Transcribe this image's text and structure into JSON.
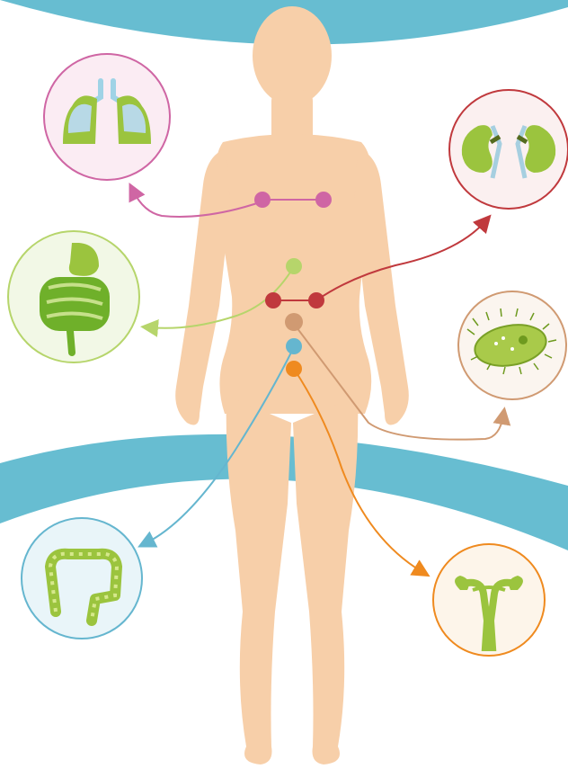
{
  "colors": {
    "background": "#ffffff",
    "band": "#67bdd1",
    "skin": "#f7cfa9",
    "organ_green": "#9bc43e",
    "organ_dark": "#6e9a1f",
    "organ_light": "#d6e88c",
    "lungs": "#cf66a4",
    "kidneys": "#c0393d",
    "intestine": "#b6d56b",
    "microbe": "#d09a72",
    "colon": "#65b6cf",
    "uterus": "#ef8a1f"
  },
  "organs": [
    {
      "id": "lungs",
      "icon": "lungs-icon",
      "color_key": "lungs",
      "marker_count": 2
    },
    {
      "id": "kidneys",
      "icon": "kidneys-icon",
      "color_key": "kidneys",
      "marker_count": 2
    },
    {
      "id": "intestine",
      "icon": "intestine-icon",
      "color_key": "intestine",
      "marker_count": 1
    },
    {
      "id": "microbe",
      "icon": "microbe-icon",
      "color_key": "microbe",
      "marker_count": 1
    },
    {
      "id": "colon",
      "icon": "colon-icon",
      "color_key": "colon",
      "marker_count": 1
    },
    {
      "id": "uterus",
      "icon": "uterus-icon",
      "color_key": "uterus",
      "marker_count": 1
    }
  ]
}
